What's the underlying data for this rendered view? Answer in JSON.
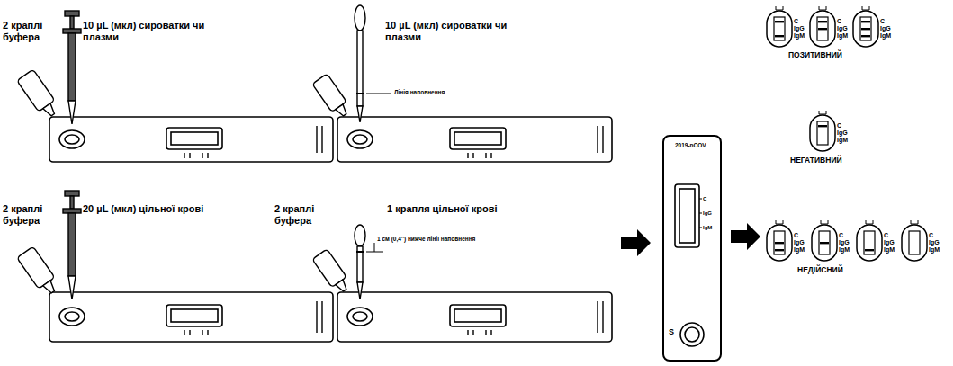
{
  "diagram": {
    "nodes": [
      {
        "text": [
          "2019-nCOV",
          "C",
          "IgG",
          "IgM",
          "S"
        ]
      }
    ],
    "labels": [
      "2 краплі буфера",
      "10 µL (мкл) сироватки чи плазми",
      "10 µL (мкл) сироватки чи плазми",
      "Лінія наповнення",
      "2 краплі буфера",
      "20 µL (мкл) цільної крові",
      "2 краплі буфера",
      "1 крапля цільної крові",
      "1 см (0,4'') нижче лінії наповнення",
      "ПОЗИТИВНИЙ",
      "НЕГАТИВНИЙ",
      "НЕДІЙСНИЙ",
      "C",
      "IgG",
      "IgM",
      "C",
      "IgG",
      "IgM",
      "C",
      "IgG",
      "IgM",
      "C",
      "IgG",
      "IgM",
      "C",
      "IgG",
      "IgM",
      "C",
      "IgG",
      "IgM",
      "C",
      "IgG",
      "IgM",
      "C",
      "IgG",
      "IgM"
    ]
  }
}
